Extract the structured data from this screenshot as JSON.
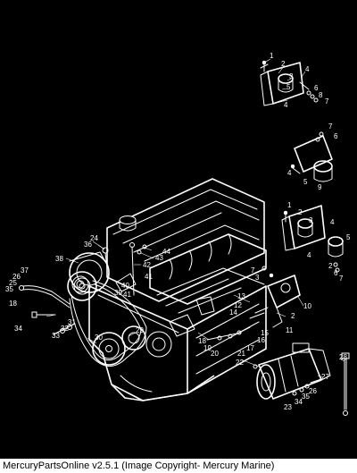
{
  "diagram": {
    "callouts": [
      {
        "id": "c-top-1",
        "text": "1"
      },
      {
        "id": "c-top-2",
        "text": "2"
      },
      {
        "id": "c-top-3",
        "text": "3"
      },
      {
        "id": "c-top-4a",
        "text": "4"
      },
      {
        "id": "c-top-4b",
        "text": "4"
      },
      {
        "id": "c-top-5",
        "text": "5"
      },
      {
        "id": "c-top-6",
        "text": "6"
      },
      {
        "id": "c-top-7",
        "text": "7"
      },
      {
        "id": "c-top-8",
        "text": "8"
      },
      {
        "id": "c-mid-7",
        "text": "7"
      },
      {
        "id": "c-mid-6",
        "text": "6"
      },
      {
        "id": "c-mid-4",
        "text": "4"
      },
      {
        "id": "c-mid-5",
        "text": "5"
      },
      {
        "id": "c-mid-9",
        "text": "9"
      },
      {
        "id": "c-r-1",
        "text": "1"
      },
      {
        "id": "c-r-2",
        "text": "2"
      },
      {
        "id": "c-r-3",
        "text": "3"
      },
      {
        "id": "c-r-4a",
        "text": "4"
      },
      {
        "id": "c-r-4b",
        "text": "4"
      },
      {
        "id": "c-r-5",
        "text": "5"
      },
      {
        "id": "c-r-2b",
        "text": "2"
      },
      {
        "id": "c-r-6",
        "text": "6"
      },
      {
        "id": "c-r-7",
        "text": "7"
      },
      {
        "id": "c-24",
        "text": "24"
      },
      {
        "id": "c-36",
        "text": "36"
      },
      {
        "id": "c-38",
        "text": "38"
      },
      {
        "id": "c-37",
        "text": "37"
      },
      {
        "id": "c-26",
        "text": "26"
      },
      {
        "id": "c-25",
        "text": "25"
      },
      {
        "id": "c-35",
        "text": "35"
      },
      {
        "id": "c-18",
        "text": "18"
      },
      {
        "id": "c-44",
        "text": "44"
      },
      {
        "id": "c-43",
        "text": "43"
      },
      {
        "id": "c-42",
        "text": "42"
      },
      {
        "id": "c-41",
        "text": "41"
      },
      {
        "id": "c-40",
        "text": "40"
      },
      {
        "id": "c-39",
        "text": "39"
      },
      {
        "id": "c-41b",
        "text": "41"
      },
      {
        "id": "c-34",
        "text": "34"
      },
      {
        "id": "c-31",
        "text": "31"
      },
      {
        "id": "c-32",
        "text": "32"
      },
      {
        "id": "c-33",
        "text": "33"
      },
      {
        "id": "c-30",
        "text": "30"
      },
      {
        "id": "c-29",
        "text": "29"
      },
      {
        "id": "c-7",
        "text": "7"
      },
      {
        "id": "c-3",
        "text": "3"
      },
      {
        "id": "c-13",
        "text": "13"
      },
      {
        "id": "c-12",
        "text": "12"
      },
      {
        "id": "c-10",
        "text": "10"
      },
      {
        "id": "c-14",
        "text": "14"
      },
      {
        "id": "c-2",
        "text": "2"
      },
      {
        "id": "c-11",
        "text": "11"
      },
      {
        "id": "c-15",
        "text": "15"
      },
      {
        "id": "c-16",
        "text": "16"
      },
      {
        "id": "c-17",
        "text": "17"
      },
      {
        "id": "c-19",
        "text": "19"
      },
      {
        "id": "c-20",
        "text": "20"
      },
      {
        "id": "c-21",
        "text": "21"
      },
      {
        "id": "c-22",
        "text": "22"
      },
      {
        "id": "c-23",
        "text": "23"
      },
      {
        "id": "c-34b",
        "text": "34"
      },
      {
        "id": "c-35b",
        "text": "35"
      },
      {
        "id": "c-26b",
        "text": "26"
      },
      {
        "id": "c-27",
        "text": "27"
      },
      {
        "id": "c-28",
        "text": "28"
      },
      {
        "id": "c-18b",
        "text": "18"
      }
    ]
  },
  "footer": {
    "text": "MercuryPartsOnline v2.5.1 (Image Copyright- Mercury Marine)"
  },
  "colors": {
    "background": "#000000",
    "line_art": "#ffffff",
    "footer_bg": "#ffffff",
    "footer_text": "#000000"
  }
}
